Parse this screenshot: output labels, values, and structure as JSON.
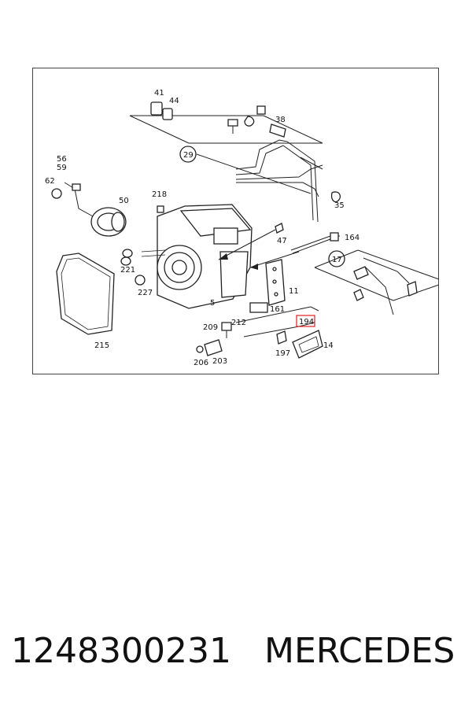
{
  "callouts": {
    "c41": "41",
    "c44": "44",
    "c38": "38",
    "c29": "29",
    "c56": "56",
    "c59": "59",
    "c62": "62",
    "c50": "50",
    "c218": "218",
    "c35": "35",
    "c47": "47",
    "c164": "164",
    "c17": "17",
    "c221": "221",
    "c227": "227",
    "c161": "161",
    "c11": "11",
    "c5": "5",
    "c194": "194",
    "c209": "209",
    "c212": "212",
    "c14": "14",
    "c197": "197",
    "c206": "206",
    "c203": "203",
    "c215": "215"
  },
  "highlight_color": "#e02020",
  "footer": {
    "part_number": "1248300231",
    "brand": "MERCEDES"
  }
}
